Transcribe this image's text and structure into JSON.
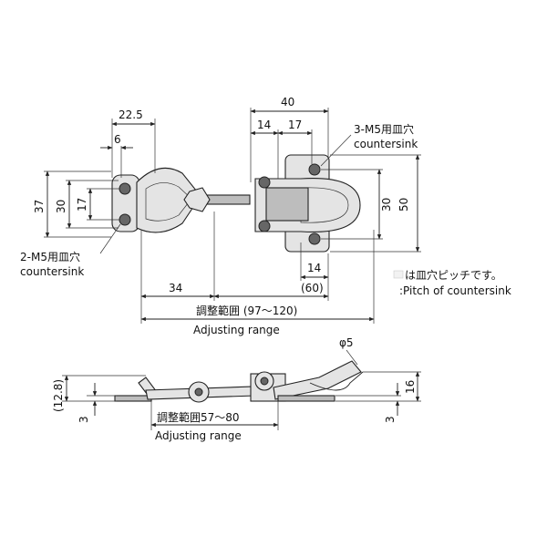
{
  "top_view": {
    "dims": {
      "d22_5": "22.5",
      "d6": "6",
      "d37": "37",
      "d30_left": "30",
      "d17_left": "17",
      "d40": "40",
      "d14_top": "14",
      "d17_top": "17",
      "d30_right": "30",
      "d50": "50",
      "d14_bottom": "14",
      "d60": "(60)",
      "d34": "34"
    },
    "notes": {
      "left_hole_jp": "2-M5用皿穴",
      "left_hole_en": "countersink",
      "right_hole_jp": "3-M5用皿穴",
      "right_hole_en": "countersink",
      "range_jp": "調整範囲 (97～120)",
      "range_en": "Adjusting range"
    }
  },
  "legend": {
    "pitch_jp": "は皿穴ピッチです。",
    "pitch_en": ":Pitch of countersink"
  },
  "side_view": {
    "dims": {
      "d12_8": "(12.8)",
      "d3_left": "3",
      "d3_right": "3",
      "d16": "16",
      "phi5": "φ5"
    },
    "notes": {
      "range_jp": "調整範囲57～80",
      "range_en": "Adjusting range"
    }
  }
}
